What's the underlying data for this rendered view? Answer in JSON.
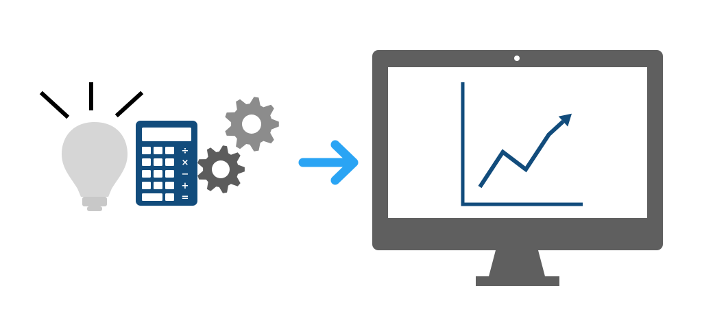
{
  "calculator": {
    "keys": [
      "÷",
      "×",
      "−",
      "+",
      "="
    ]
  },
  "colors": {
    "bulb": "#d6d6d6",
    "bulb_base": "#c8c8c8",
    "bulb_rays": "#000000",
    "calculator": "#124c7c",
    "calculator_keys": "#ffffff",
    "gear_light": "#8c8c8c",
    "gear_dark": "#5c5c5c",
    "arrow": "#2aa4f4",
    "monitor": "#5f5f5f",
    "screen": "#ffffff",
    "chart_line": "#124c7c"
  },
  "icons": [
    "lightbulb-icon",
    "calculator-icon",
    "gear-icon",
    "arrow-right-icon",
    "monitor-icon",
    "trend-chart-icon"
  ],
  "chart_data": {
    "type": "line",
    "x": [
      1,
      2,
      3,
      4,
      5
    ],
    "values": [
      1,
      3,
      2,
      4,
      5.2
    ],
    "xlabel": "",
    "ylabel": "",
    "ylim": [
      0,
      7
    ],
    "grid": false,
    "arrowhead": true
  }
}
